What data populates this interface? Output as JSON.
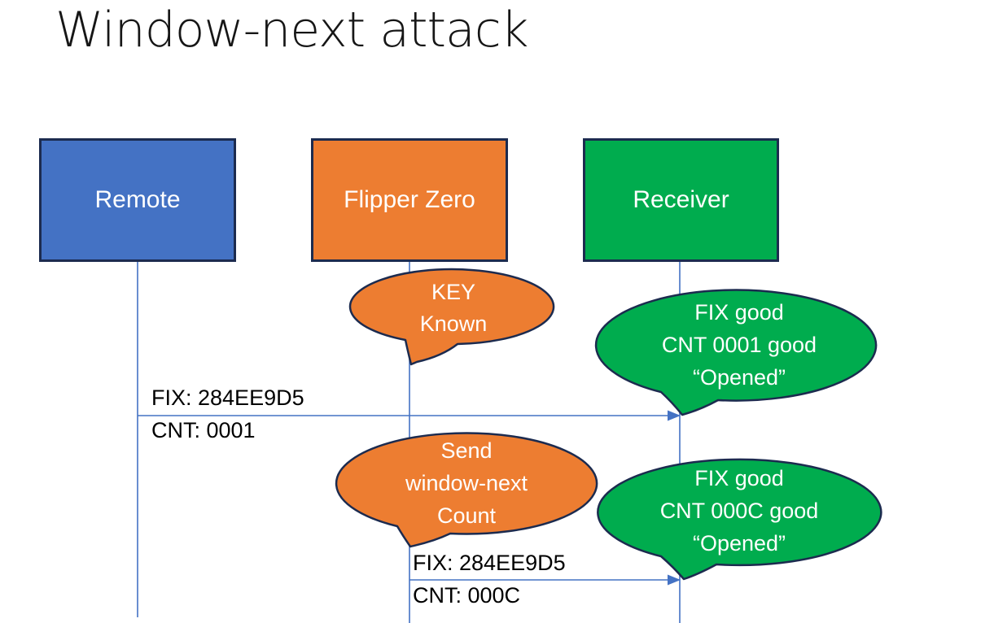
{
  "slide": {
    "title": "Window-next attack"
  },
  "colors": {
    "blue": "#4472C4",
    "orange": "#ED7D31",
    "green": "#00AC4E",
    "outline": "#1C2B4F",
    "connector": "#4472C4",
    "text_on_fill": "#FFFFFF",
    "label_text": "#000000"
  },
  "actors": [
    {
      "label": "Remote"
    },
    {
      "label": "Flipper Zero"
    },
    {
      "label": "Receiver"
    }
  ],
  "callouts": [
    {
      "owner": "Flipper Zero",
      "lines": [
        "KEY",
        "Known"
      ]
    },
    {
      "owner": "Receiver",
      "lines": [
        "FIX good",
        "CNT 0001 good",
        "“Opened”"
      ]
    },
    {
      "owner": "Flipper Zero",
      "lines": [
        "Send",
        "window-next",
        "Count"
      ]
    },
    {
      "owner": "Receiver",
      "lines": [
        "FIX good",
        "CNT 000C good",
        "“Opened”"
      ]
    }
  ],
  "messages": [
    {
      "from": "Remote",
      "to": "Receiver",
      "label_top": "FIX: 284EE9D5",
      "label_bottom": "CNT: 0001"
    },
    {
      "from": "Flipper Zero",
      "to": "Receiver",
      "label_top": "FIX: 284EE9D5",
      "label_bottom": "CNT: 000C"
    }
  ]
}
